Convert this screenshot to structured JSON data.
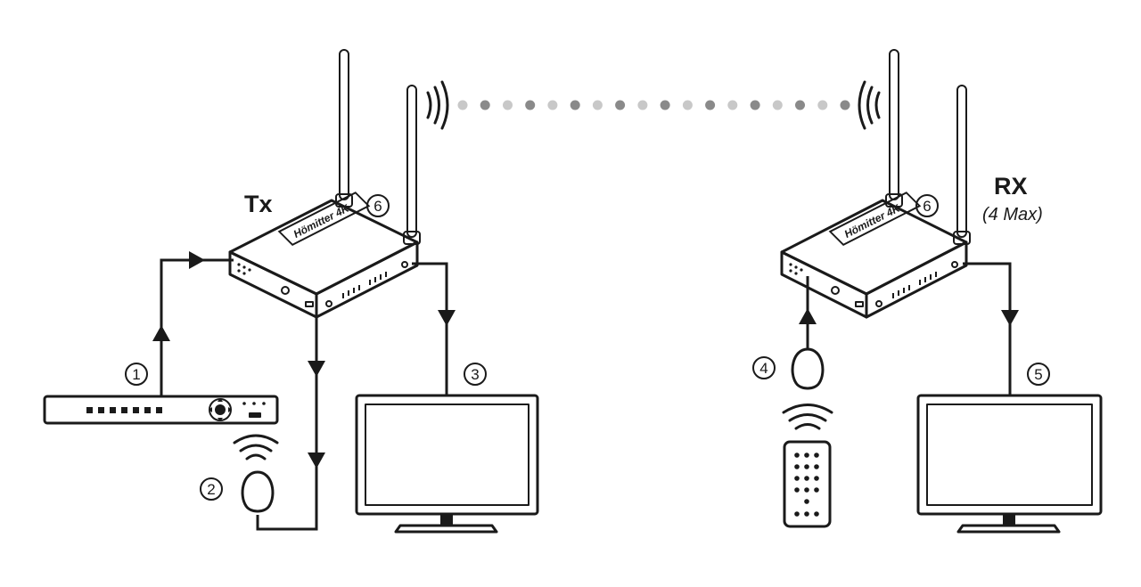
{
  "labels": {
    "tx": "Tx",
    "rx": "RX",
    "rx_note": "(4 Max)",
    "brand": "Hömitter 4K"
  },
  "callouts": {
    "c1": "1",
    "c2": "2",
    "c3": "3",
    "c4": "4",
    "c5": "5",
    "c6_tx": "6",
    "c6_rx": "6"
  },
  "colors": {
    "ink": "#1a1a1a",
    "dot_light": "#c8c8c8",
    "dot_dark": "#8a8a8a",
    "background": "#ffffff"
  },
  "icons": [
    "antenna-icon",
    "wireless-waves-icon",
    "ir-sensor-icon",
    "remote-control-icon",
    "monitor-icon",
    "source-device-icon",
    "arrow-icon"
  ]
}
